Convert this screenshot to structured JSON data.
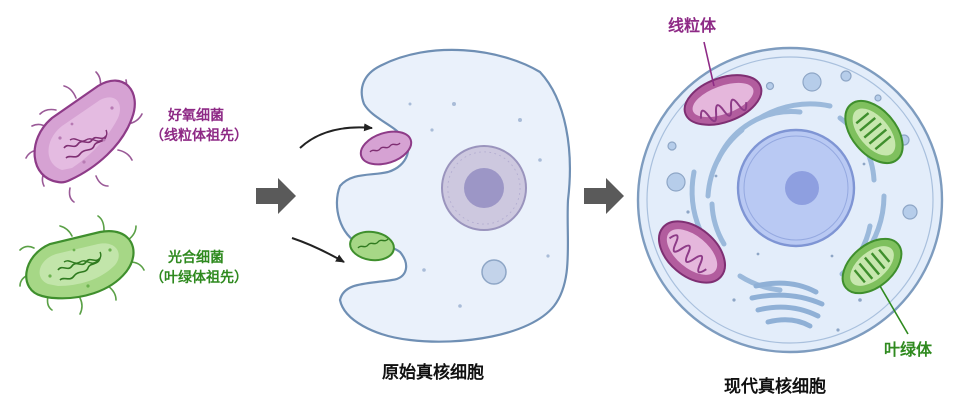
{
  "labels": {
    "aerobic_name": "好氧细菌",
    "aerobic_note": "（线粒体祖先）",
    "photo_name": "光合细菌",
    "photo_note": "（叶绿体祖先）",
    "primitive_cell": "原始真核细胞",
    "modern_cell": "现代真核细胞",
    "mitochondrion": "线粒体",
    "chloroplast": "叶绿体"
  },
  "colors": {
    "mito_fill": "#c98bc6",
    "mito_dark": "#7f2f73",
    "mito_text": "#8e2a86",
    "chloro_fill": "#a6d786",
    "chloro_dark": "#3f8f2d",
    "chloro_text": "#2f8a1f",
    "cell_fill": "#eaf1fb",
    "cell_stroke": "#7e9cbf",
    "nucleus_primitive": "#c9c4dd",
    "nucleus_modern": "#b9c9f3",
    "arrow": "#555555"
  }
}
